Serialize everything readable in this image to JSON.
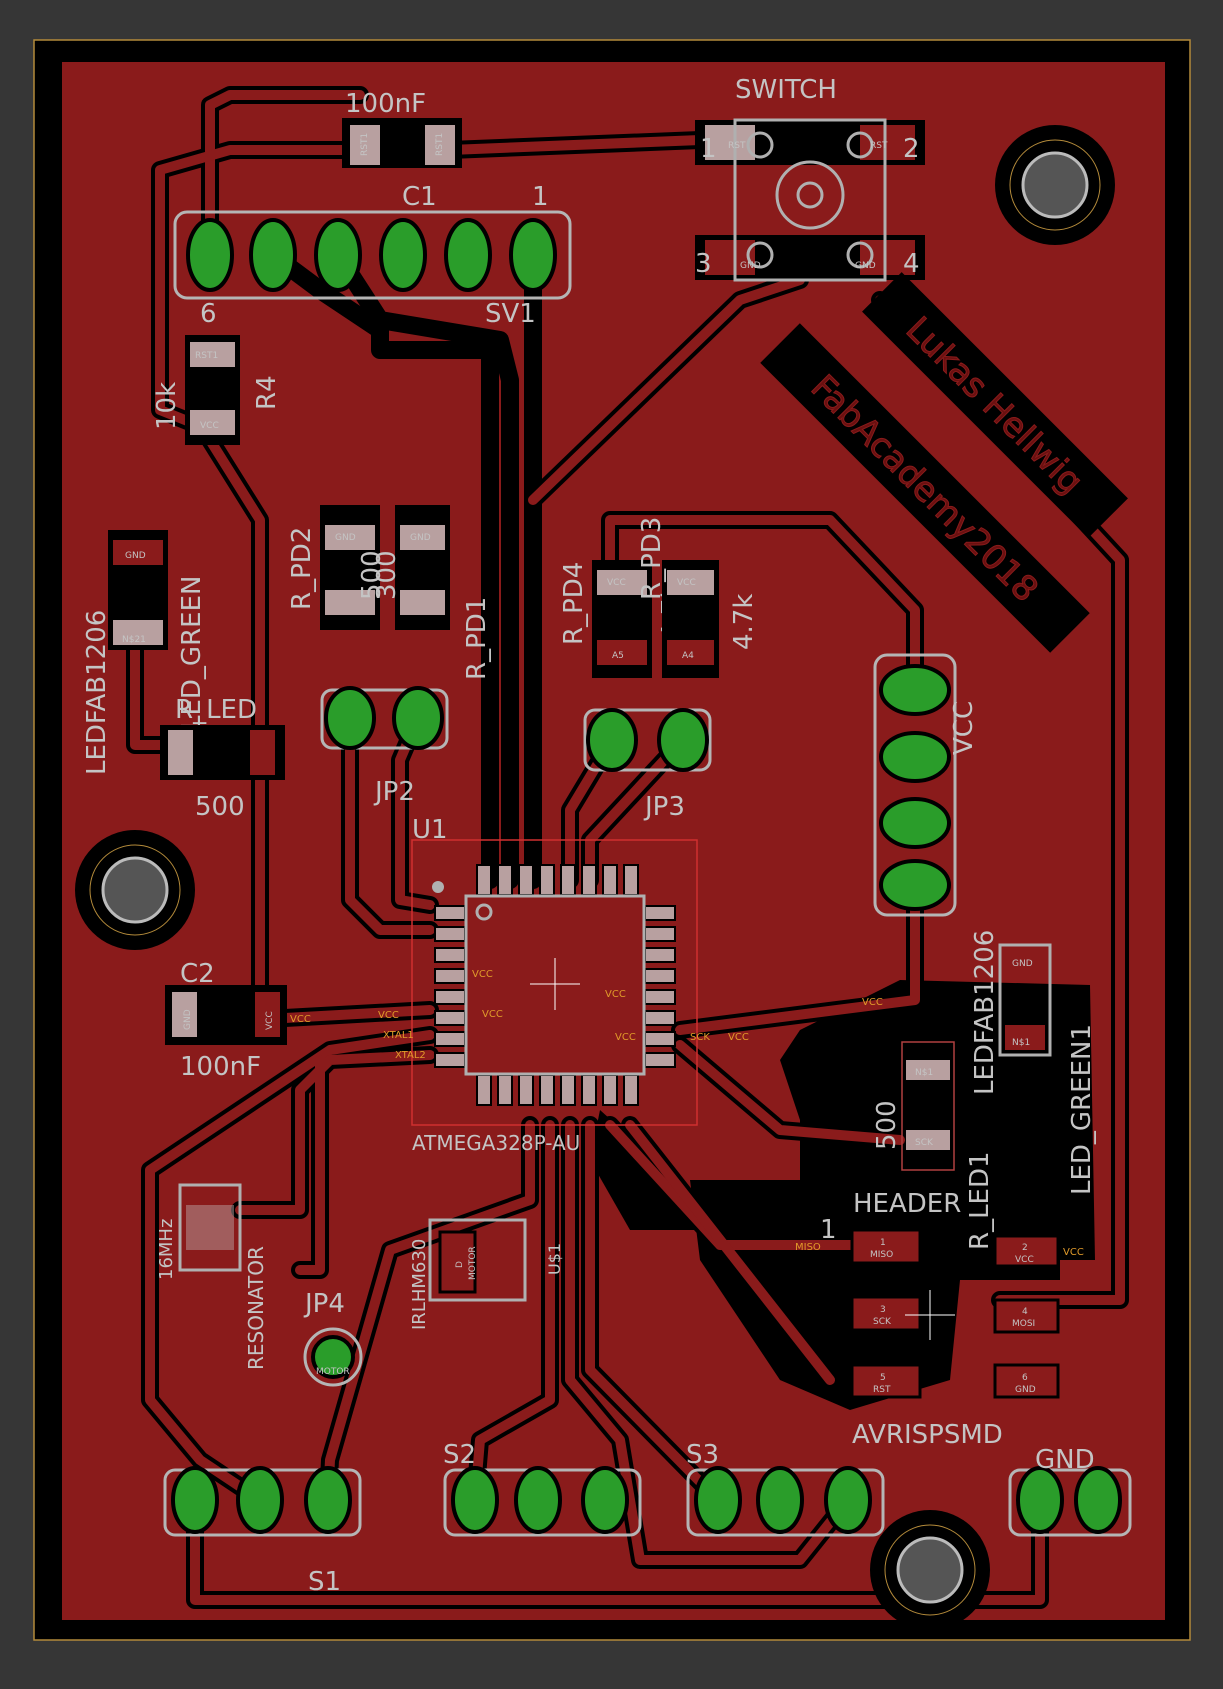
{
  "colors": {
    "background": "#363636",
    "copper": "#8a1b1b",
    "isolation": "#000000",
    "silkscreen": "#c4c4c4",
    "pad": "#2a9d2a",
    "net_label": "#e09a2a",
    "dimension": "#b38a3a"
  },
  "components": {
    "c1": {
      "value": "100nF",
      "name": "C1",
      "pad1": "RST1",
      "pad2": "RST1"
    },
    "switch": {
      "name": "SWITCH",
      "p1": "1",
      "p2": "2",
      "p3": "3",
      "p4": "4",
      "pad3": "GND",
      "pad4": "GND",
      "pad1": "RST",
      "pad2": "RST"
    },
    "sv1": {
      "name": "SV1",
      "pin_first": "1",
      "pin_last": "6"
    },
    "r4": {
      "value": "10k",
      "name": "R4",
      "pad1": "RST1",
      "pad2": "VCC"
    },
    "led_left": {
      "package": "LEDFAB1206",
      "name": "LED_GREEN",
      "pad1": "GND",
      "pad2": "N$21"
    },
    "r_led": {
      "name": "R_LED",
      "value": "500"
    },
    "r_pd2": {
      "name": "R_PD2",
      "value": "500",
      "pad": "GND"
    },
    "r_pd1": {
      "name": "R_PD1",
      "value": "300",
      "pad": "GND"
    },
    "r_pd4": {
      "name": "R_PD4",
      "value": "4.7k",
      "pad1": "VCC",
      "pad2": "A5"
    },
    "r_pd3": {
      "name": "R_PD3",
      "value": "4.7k",
      "pad1": "VCC",
      "pad2": "A4"
    },
    "jp2": {
      "name": "JP2"
    },
    "jp3": {
      "name": "JP3"
    },
    "vcc_header": {
      "name": "VCC"
    },
    "u1": {
      "name": "U1",
      "part": "ATMEGA328P-AU"
    },
    "c2": {
      "name": "C2",
      "value": "100nF",
      "pad1": "GND",
      "pad2": "VCC"
    },
    "resonator": {
      "name": "RESONATOR",
      "value": "16MHz"
    },
    "mosfet": {
      "part": "IRLHM630",
      "name": "U$1",
      "pad": "D",
      "pad_net": "MOTOR"
    },
    "jp4": {
      "name": "JP4",
      "pad": "MOTOR"
    },
    "s1": {
      "name": "S1"
    },
    "s2": {
      "name": "S2"
    },
    "s3": {
      "name": "S3"
    },
    "gnd": {
      "name": "GND"
    },
    "led_right": {
      "package": "LEDFAB1206",
      "name": "LED_GREEN1",
      "pad1": "GND",
      "pad2": "N$1"
    },
    "r_led1": {
      "name": "R_LED1",
      "value": "500",
      "pad1": "N$1",
      "pad2": "SCK"
    },
    "isp": {
      "name": "HEADER",
      "part": "AVRISPSMD",
      "pin1": "1",
      "pads": [
        "MISO",
        "VCC",
        "SCK",
        "MOSI",
        "RST",
        "GND"
      ],
      "nums": [
        "1",
        "2",
        "3",
        "4",
        "5",
        "6"
      ]
    }
  },
  "credits": {
    "author": "Lukas Hellwig",
    "event": "FabAcademy2018"
  },
  "nets": {
    "vcc": "VCC",
    "xtal1": "XTAL1",
    "xtal2": "XTAL2",
    "sck": "SCK",
    "miso": "MISO"
  }
}
